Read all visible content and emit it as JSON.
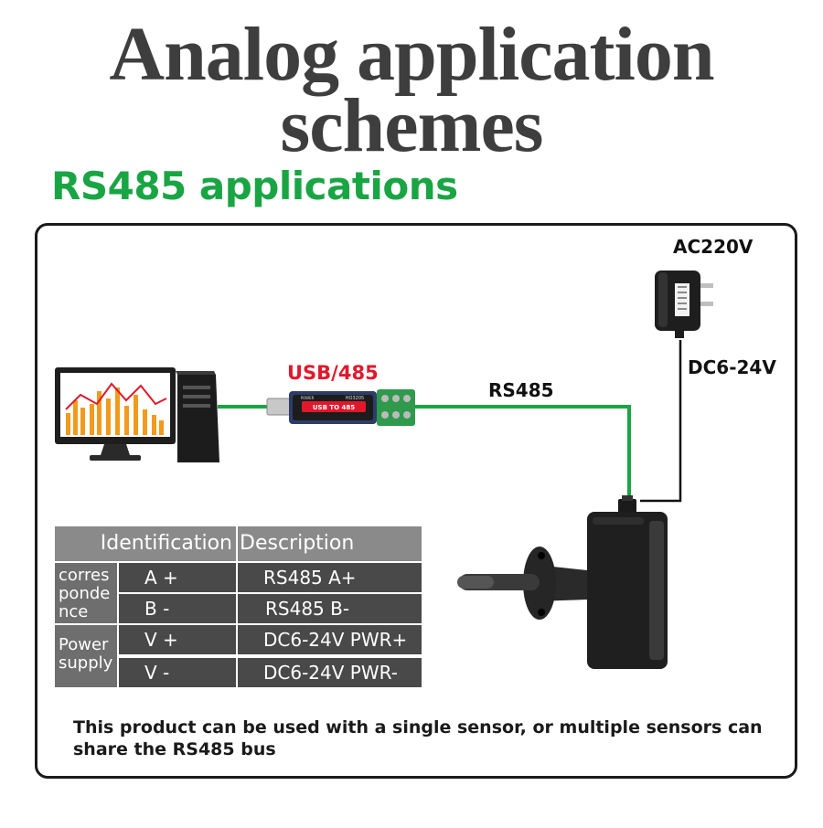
{
  "title_line1": "Analog application",
  "title_line2": "schemes",
  "subtitle": "RS485 applications",
  "labels": {
    "converter": "USB/485",
    "bus": "RS485",
    "mains": "AC220V",
    "dc_supply": "DC6-24V"
  },
  "converter_print": {
    "main": "USB TO 485",
    "model": "HO3205",
    "power": "POWER"
  },
  "colors": {
    "title": "#3e3e3e",
    "subtitle": "#1aa544",
    "bus_wire": "#1aa544",
    "label_red": "#e0182b",
    "table_header": "#8a8a8a",
    "table_row": "#494949"
  },
  "table": {
    "headers": [
      "Identification",
      "Description"
    ],
    "groups": [
      {
        "label": "correspondence",
        "rows": [
          {
            "id": "A +",
            "desc": "RS485 A+"
          },
          {
            "id": "B -",
            "desc": "RS485 B-"
          }
        ]
      },
      {
        "label": "Power supply",
        "rows": [
          {
            "id": "V +",
            "desc": "DC6-24V PWR+"
          },
          {
            "id": "V -",
            "desc": "DC6-24V PWR-"
          }
        ]
      }
    ]
  },
  "note": "This product can be used with a single sensor, or multiple sensors can share the RS485 bus"
}
